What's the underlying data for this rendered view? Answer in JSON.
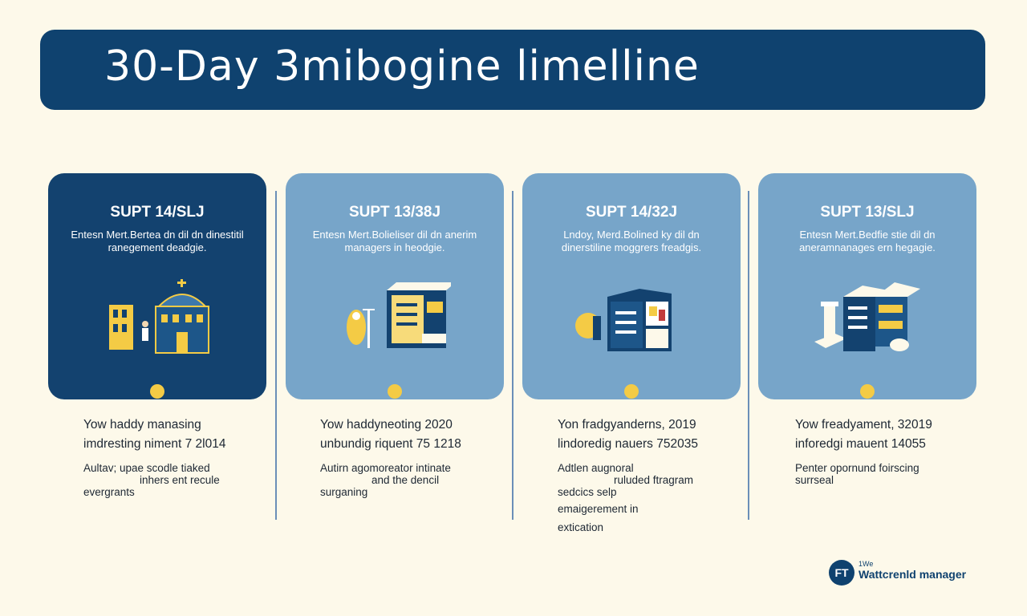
{
  "header": {
    "title": "30-Day 3mibogine limelline"
  },
  "colors": {
    "banner": "#0f426f",
    "card_dark": "#13426f",
    "card_light": "#77a5c9",
    "dot": "#f4cb45",
    "background": "#fdf9ea"
  },
  "cards": [
    {
      "date": "SUPT 14/SLJ",
      "desc": "Entesn Mert.Bertea dn dil dn dinestitil ranegement deadgie.",
      "icon": "school-building-icon",
      "lines": [
        "Yow haddy manasing",
        "imdresting niment 7 2l014"
      ],
      "note": [
        "Aultav; upae scodle tiaked",
        "inhers ent recule",
        "evergrants"
      ]
    },
    {
      "date": "SUPT 13/38J",
      "desc": "Entesn Mert.Bolieliser dil dn anerim managers in heodgie.",
      "icon": "file-cabinet-icon",
      "lines": [
        "Yow haddyneoting 2020",
        "unbundig riquent 75 1218"
      ],
      "note": [
        "Autirn agomoreator intinate",
        "and the dencil",
        "surganing"
      ]
    },
    {
      "date": "SUPT 14/32J",
      "desc": "Lndoy, Merd.Bolined ky dil dn dinerstiline moggrers freadgis.",
      "icon": "document-storage-icon",
      "lines": [
        "Yon fradgyanderns, 2019",
        "lindoredig nauers 752035"
      ],
      "note": [
        "Adtlen augnoral",
        "ruluded ftragram",
        "sedcics selp",
        "emaigerement in",
        "extication"
      ]
    },
    {
      "date": "SUPT 13/SLJ",
      "desc": "Entesn Mert.Bedfie stie dil dn aneramnanages ern hegagie.",
      "icon": "archive-shelves-icon",
      "lines": [
        "Yow freadyament, 32019",
        "inforedgi mauent 14055"
      ],
      "note": [
        "Penter opornund foirscing",
        "surrseal"
      ]
    }
  ],
  "logo": {
    "badge": "FT",
    "small": "1We",
    "name": "Wattcrenld manager"
  }
}
